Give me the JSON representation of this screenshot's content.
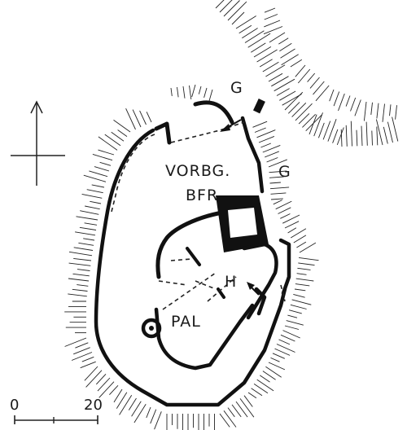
{
  "labels": {
    "gate_north": "G",
    "gate_east": "G",
    "outer_bailey": "VORBG.",
    "keep": "BFR",
    "house": "H",
    "palas": "PAL"
  },
  "scale": {
    "start": "0",
    "end": "20"
  },
  "compass": {
    "icon": "north-arrow-icon"
  }
}
